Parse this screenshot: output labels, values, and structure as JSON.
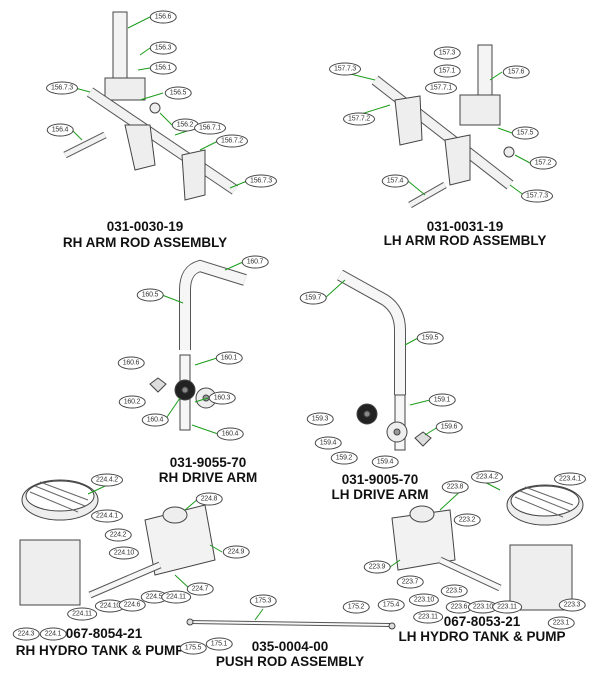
{
  "assemblies": [
    {
      "part_number": "031-0030-19",
      "name": "RH ARM ROD ASSEMBLY",
      "callouts": [
        "156.6",
        "156.3",
        "156.1",
        "156.7.3",
        "156.5",
        "156.2",
        "156.7.1",
        "156.4",
        "156.7.2",
        "156.7.3"
      ]
    },
    {
      "part_number": "031-0031-19",
      "name": "LH ARM ROD ASSEMBLY",
      "callouts": [
        "157.3",
        "157.7.3",
        "157.1",
        "157.6",
        "157.7.1",
        "157.7.2",
        "157.5",
        "157.2",
        "157.4",
        "157.7.3"
      ]
    },
    {
      "part_number": "031-9055-70",
      "name": "RH DRIVE ARM",
      "callouts": [
        "160.7",
        "160.5",
        "160.6",
        "160.1",
        "160.2",
        "160.3",
        "160.4",
        "160.4"
      ]
    },
    {
      "part_number": "031-9005-70",
      "name": "LH DRIVE ARM",
      "callouts": [
        "159.7",
        "159.5",
        "159.1",
        "159.3",
        "159.6",
        "159.4",
        "159.2",
        "159.4"
      ]
    },
    {
      "part_number": "067-8054-21",
      "name": "RH HYDRO TANK & PUMP",
      "callouts": [
        "224.4.2",
        "224.8",
        "224.4.1",
        "224.2",
        "224.10",
        "224.9",
        "224.7",
        "224.5",
        "224.11",
        "224.10",
        "224.6",
        "224.11",
        "224.3",
        "224.1"
      ]
    },
    {
      "part_number": "035-0004-00",
      "name": "PUSH ROD ASSEMBLY",
      "callouts": [
        "175.3",
        "175.5",
        "175.1",
        "175.2",
        "175.4"
      ]
    },
    {
      "part_number": "067-8053-21",
      "name": "LH HYDRO TANK & PUMP",
      "callouts": [
        "223.4.2",
        "223.4.1",
        "223.8",
        "223.2",
        "223.9",
        "223.7",
        "223.10",
        "223.5",
        "223.6",
        "223.10",
        "223.11",
        "223.11",
        "223.3",
        "223.1"
      ]
    }
  ],
  "colors": {
    "leader": "#1a9c1a",
    "outline": "#333333"
  }
}
